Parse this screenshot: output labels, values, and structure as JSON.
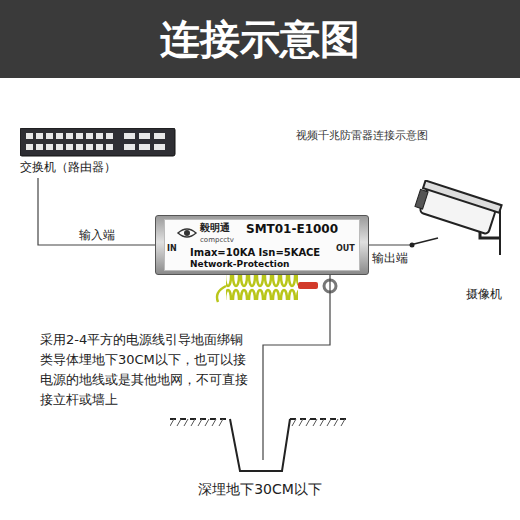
{
  "diagram": {
    "title": "连接示意图",
    "nodes": [
      {
        "text": [
          "交换机（路由器）"
        ]
      },
      {
        "text": [
          "毅明通",
          "compcctv",
          "SMT01-E1000",
          "IN",
          "OUT",
          "Imax=10KA Isn=5KA",
          "CE",
          "Network-Protection"
        ]
      },
      {
        "text": [
          "摄像机"
        ]
      },
      {
        "text": [
          "深埋地下30CM以下"
        ]
      }
    ],
    "edges": [
      {
        "from": 0,
        "to": 1,
        "label": "输入端",
        "arrow": "none"
      },
      {
        "from": 1,
        "to": 2,
        "label": "输出端",
        "arrow": "none"
      },
      {
        "from": 1,
        "to": 3,
        "arrow": "none"
      }
    ],
    "labels": [
      "视频千兆防雷器连接示意图",
      "采用2-4平方的电源线引导地面绑铜类导体埋地下30CM以下，也可以接电源的地线或是其他地网，不可直接接立杆或墙上"
    ]
  }
}
